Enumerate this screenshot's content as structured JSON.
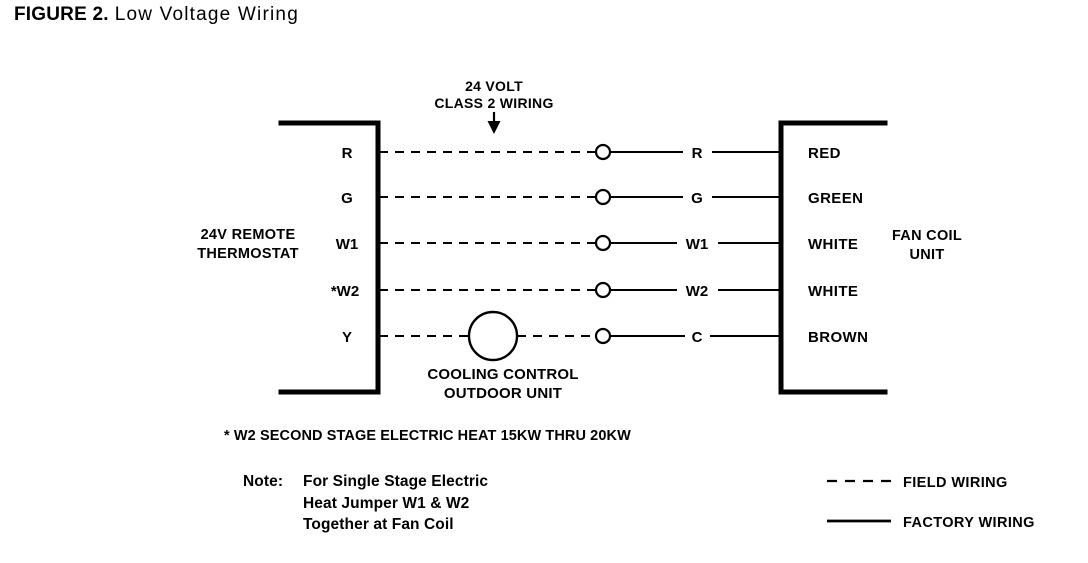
{
  "figure": {
    "label": "FIGURE 2.",
    "caption": "Low  Voltage  Wiring"
  },
  "annotation": {
    "line1": "24 VOLT",
    "line2": "CLASS 2 WIRING",
    "arrow_icon": "arrow-down-icon"
  },
  "thermostat": {
    "name_line1": "24V REMOTE",
    "name_line2": "THERMOSTAT"
  },
  "fan_coil": {
    "name_line1": "FAN COIL",
    "name_line2": "UNIT"
  },
  "cooling_control": {
    "line1": "COOLING CONTROL",
    "line2": "OUTDOOR UNIT"
  },
  "rows": [
    {
      "thermostat_terminal": "R",
      "wire_label": "R",
      "fan_coil_color": "RED",
      "has_cooling_control": false
    },
    {
      "thermostat_terminal": "G",
      "wire_label": "G",
      "fan_coil_color": "GREEN",
      "has_cooling_control": false
    },
    {
      "thermostat_terminal": "W1",
      "wire_label": "W1",
      "fan_coil_color": "WHITE",
      "has_cooling_control": false
    },
    {
      "thermostat_terminal": "*W2",
      "wire_label": "W2",
      "fan_coil_color": "WHITE",
      "has_cooling_control": false
    },
    {
      "thermostat_terminal": "Y",
      "wire_label": "C",
      "fan_coil_color": "BROWN",
      "has_cooling_control": true
    }
  ],
  "footnote": "* W2 SECOND STAGE ELECTRIC HEAT 15KW THRU 20KW",
  "note": {
    "label": "Note:",
    "line1": "For Single Stage Electric",
    "line2": "Heat Jumper W1 & W2",
    "line3": "Together at Fan Coil"
  },
  "legend": {
    "field_wiring": "FIELD WIRING",
    "factory_wiring": "FACTORY WIRING"
  },
  "colors": {
    "ink": "#000000",
    "paper": "#ffffff"
  }
}
